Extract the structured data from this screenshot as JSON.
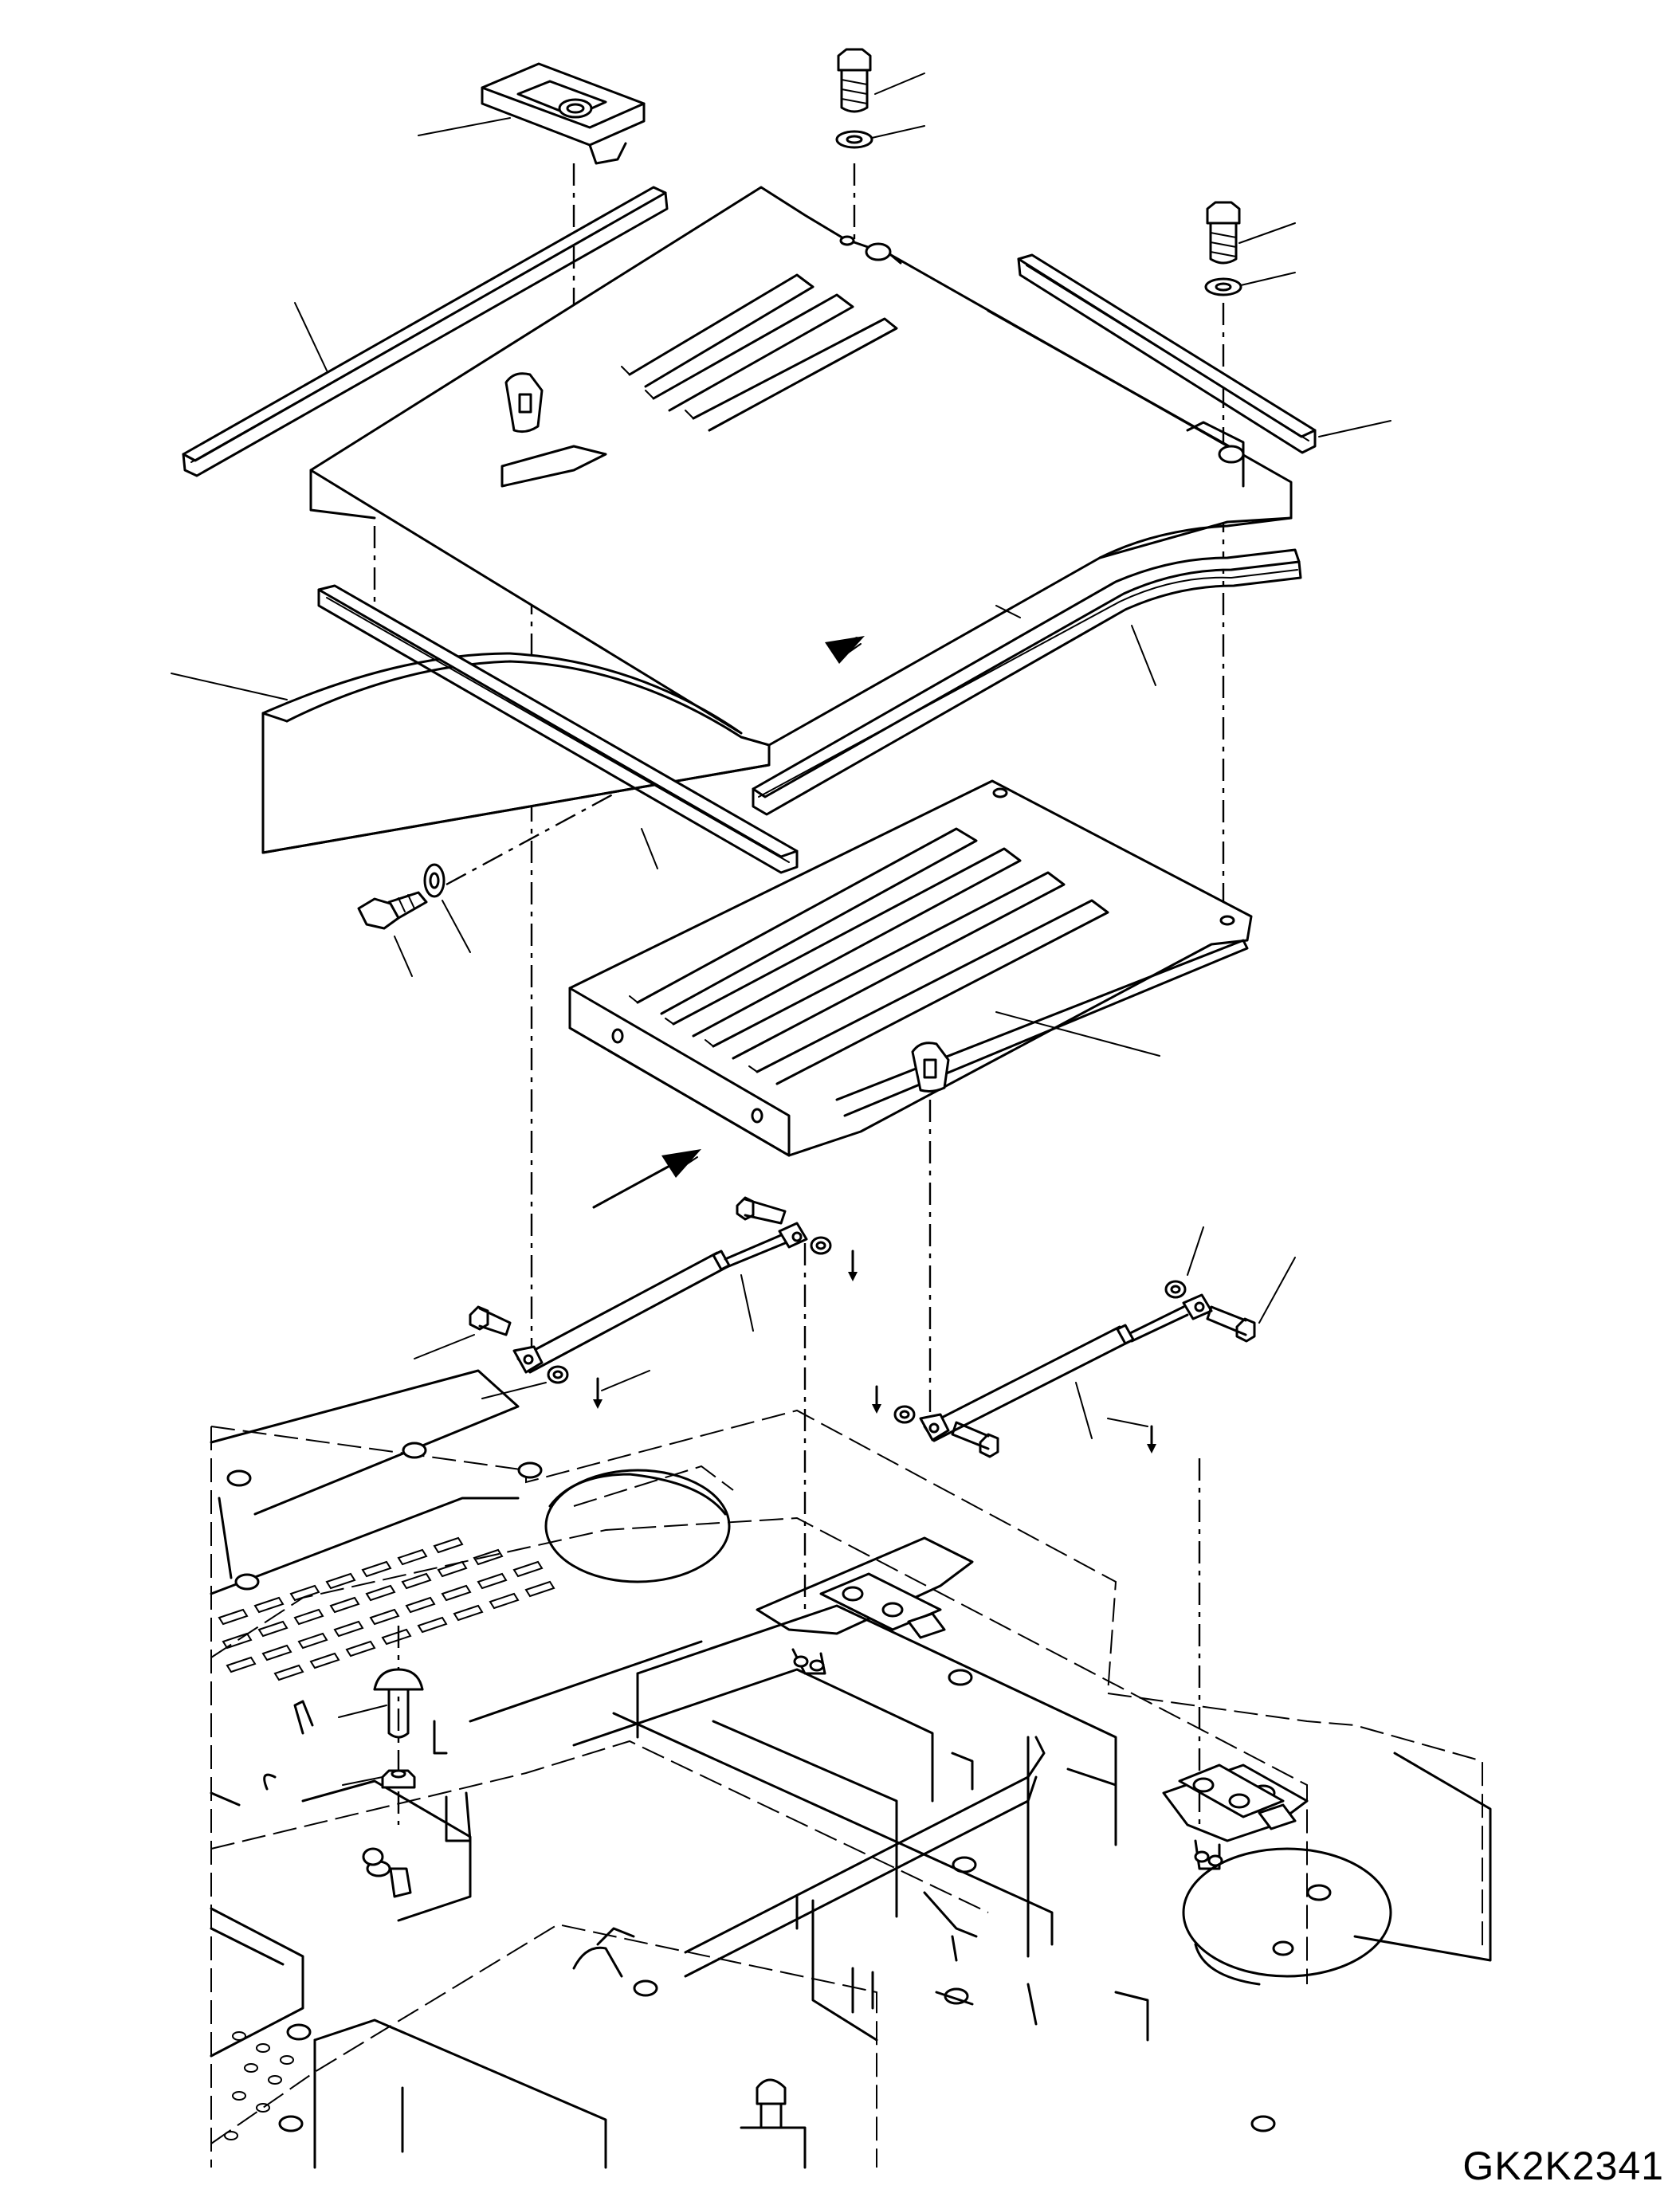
{
  "drawing": {
    "id": "GK2K2341"
  },
  "parts": {
    "lock_latch": "lock-latch",
    "bolt": "hex-bolt",
    "washer": "washer",
    "floor_cover": "floor-cover-plate",
    "mat_step": "step-plate",
    "seal_strip": "rubber-seal-strip",
    "gas_spring": "gas-spring-damper",
    "pin": "clevis-pin",
    "knob": "knob-stopper",
    "nut": "hex-nut",
    "frame": "revolving-frame"
  }
}
